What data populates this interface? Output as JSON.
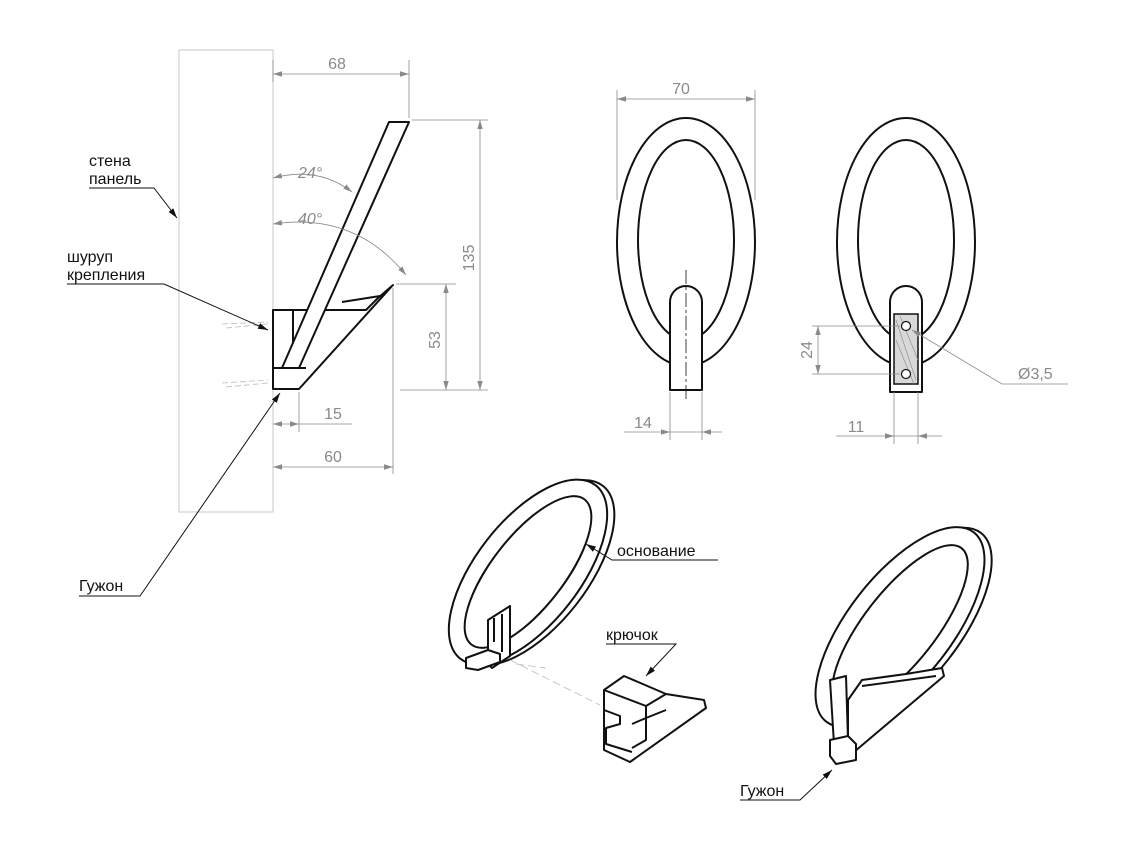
{
  "dimensions": {
    "top_width": "68",
    "angle_small": "24°",
    "angle_large": "40°",
    "total_height": "135",
    "base_height": "53",
    "offset": "15",
    "base_depth": "60",
    "ring_width": "70",
    "stem_width": "14",
    "gujon_width": "11",
    "hole_spacing": "24",
    "hole_diameter": "Ø3,5"
  },
  "labels": {
    "wall_line1": "стена",
    "wall_line2": "панель",
    "screw_line1": "шуруп",
    "screw_line2": "крепления",
    "gujon_side": "Гужон",
    "base": "основание",
    "hook": "крючок",
    "gujon_iso": "Гужон"
  },
  "colors": {
    "object": "#111111",
    "dimension": "#8a8a8a",
    "hatch": "#bbbbbb"
  }
}
